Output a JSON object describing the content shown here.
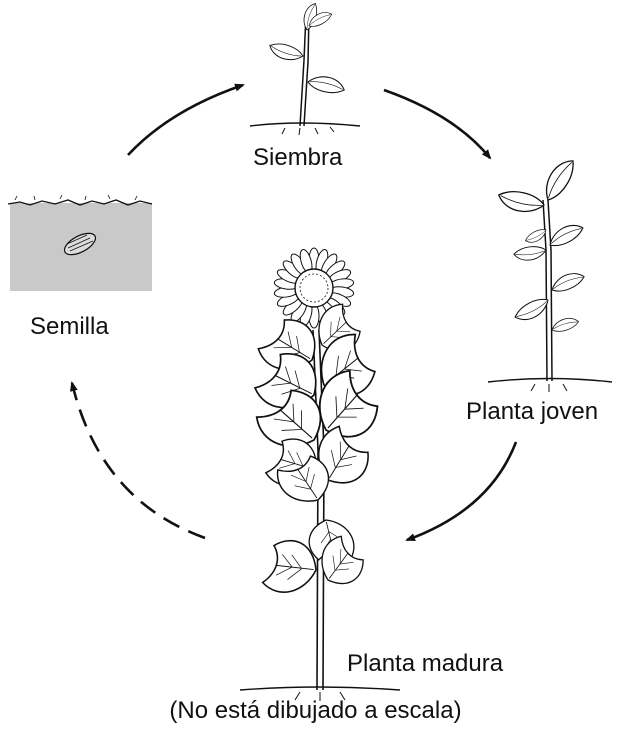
{
  "stages": {
    "seed": "Semilla",
    "sowing": "Siembra",
    "young_plant": "Planta joven",
    "mature_plant": "Planta madura"
  },
  "footnote": "(No está dibujado a escala)",
  "colors": {
    "line": "#111111",
    "soil": "#c9c9c9"
  },
  "arrows": [
    {
      "from": "seed",
      "to": "sowing",
      "style": "solid"
    },
    {
      "from": "sowing",
      "to": "young_plant",
      "style": "solid"
    },
    {
      "from": "young_plant",
      "to": "mature_plant",
      "style": "solid"
    },
    {
      "from": "mature_plant",
      "to": "seed",
      "style": "dashed"
    }
  ]
}
